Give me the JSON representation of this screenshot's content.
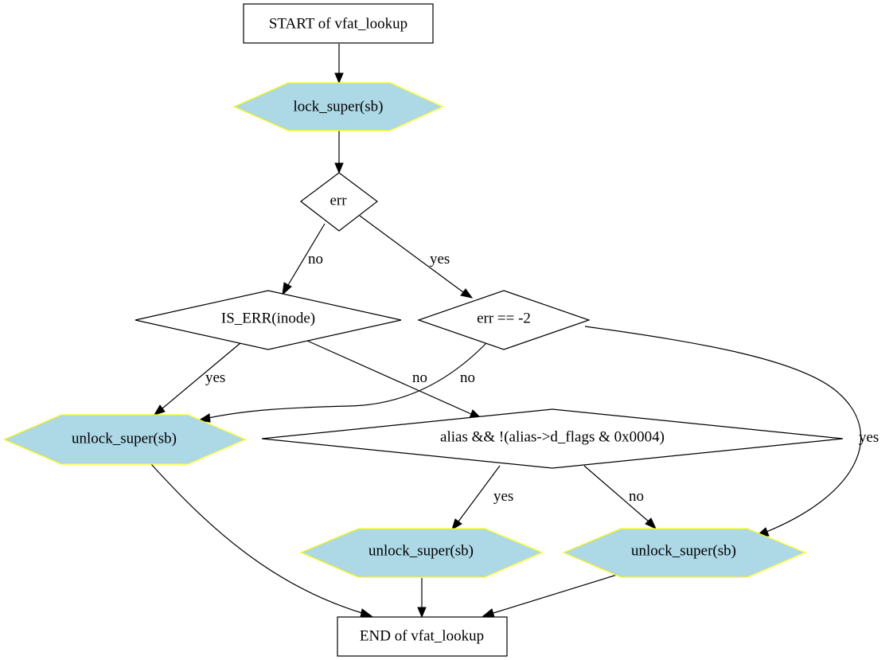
{
  "diagram": {
    "colors": {
      "call_fill": "#add8e6",
      "call_stroke": "#ffff00",
      "line": "#000000",
      "background": "#ffffff"
    },
    "nodes": {
      "start": {
        "label": "START of vfat_lookup",
        "shape": "box"
      },
      "lock": {
        "label": "lock_super(sb)",
        "shape": "hexagon"
      },
      "err": {
        "label": "err",
        "shape": "diamond"
      },
      "is_err": {
        "label": "IS_ERR(inode)",
        "shape": "diamond"
      },
      "err_eq": {
        "label": "err == -2",
        "shape": "diamond"
      },
      "unlock_left": {
        "label": "unlock_super(sb)",
        "shape": "hexagon"
      },
      "alias": {
        "label": "alias && !(alias->d_flags & 0x0004)",
        "shape": "diamond"
      },
      "unlock_mid": {
        "label": "unlock_super(sb)",
        "shape": "hexagon"
      },
      "unlock_right": {
        "label": "unlock_super(sb)",
        "shape": "hexagon"
      },
      "end": {
        "label": "END of vfat_lookup",
        "shape": "box"
      }
    },
    "edges": {
      "err_no": "no",
      "err_yes": "yes",
      "is_err_yes": "yes",
      "is_err_no": "no",
      "err_eq_no": "no",
      "err_eq_yes": "yes",
      "alias_yes": "yes",
      "alias_no": "no"
    }
  }
}
